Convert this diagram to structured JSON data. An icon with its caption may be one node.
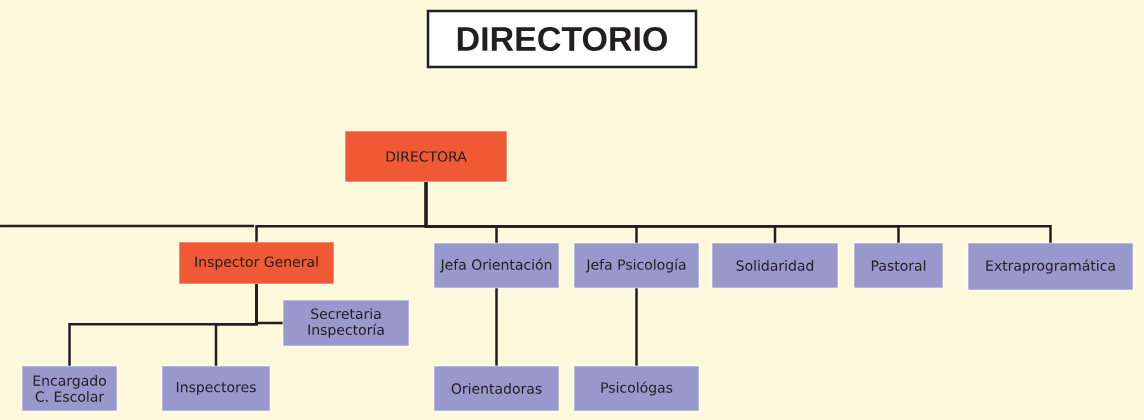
{
  "diagram": {
    "title": "DIRECTORIO",
    "nodes": [
      {
        "text": [
          "DIRECTORA"
        ]
      },
      {
        "text": [
          "Inspector General"
        ]
      },
      {
        "text": [
          "Jefa Orientación"
        ]
      },
      {
        "text": [
          "Jefa Psicología"
        ]
      },
      {
        "text": [
          "Solidaridad"
        ]
      },
      {
        "text": [
          "Pastoral"
        ]
      },
      {
        "text": [
          "Extraprogramática"
        ]
      },
      {
        "text": [
          "Secretaria Inspectoría"
        ]
      },
      {
        "text": [
          "Encargado C. Escolar"
        ]
      },
      {
        "text": [
          "Inspectores"
        ]
      },
      {
        "text": [
          "Orientadoras"
        ]
      },
      {
        "text": [
          "Psicológas"
        ]
      }
    ],
    "edges": [
      {
        "from": 0,
        "to": 1,
        "arrow": "none"
      },
      {
        "from": 0,
        "to": 2,
        "arrow": "none"
      },
      {
        "from": 0,
        "to": 3,
        "arrow": "none"
      },
      {
        "from": 0,
        "to": 4,
        "arrow": "none"
      },
      {
        "from": 0,
        "to": 5,
        "arrow": "none"
      },
      {
        "from": 0,
        "to": 6,
        "arrow": "none"
      },
      {
        "from": 1,
        "to": 7,
        "arrow": "none"
      },
      {
        "from": 1,
        "to": 8,
        "arrow": "none"
      },
      {
        "from": 1,
        "to": 9,
        "arrow": "none"
      },
      {
        "from": 2,
        "to": 10,
        "arrow": "none"
      },
      {
        "from": 3,
        "to": 11,
        "arrow": "none"
      }
    ]
  }
}
